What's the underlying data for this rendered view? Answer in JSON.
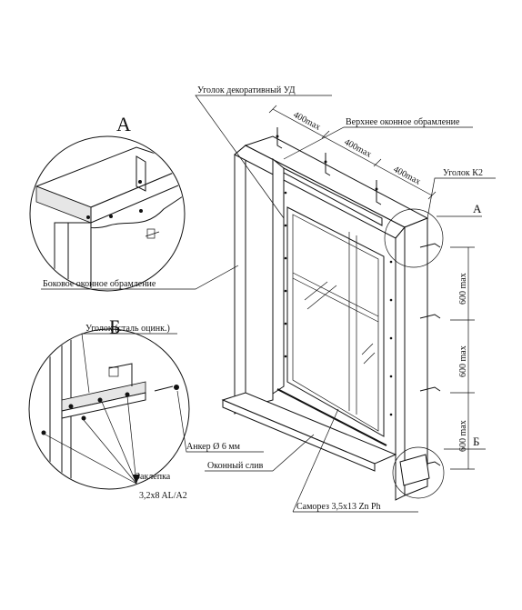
{
  "callouts": {
    "detail_a_title": "А",
    "detail_b_title": "Б",
    "marker_a": "А",
    "marker_b": "Б"
  },
  "labels": {
    "corner_decorative": "Уголок декоративный УД",
    "top_frame": "Верхнее оконное обрамление",
    "corner_k2": "Уголок К2",
    "side_frame": "Боковое оконное обрамление",
    "corner_steel": "Уголок (сталь оцинк.)",
    "anchor": "Анкер Ø 6 мм",
    "window_sill": "Оконный слив",
    "rivet_line1": "Заклепка",
    "rivet_line2": "3,2x8 AL/A2",
    "screw": "Саморез  3,5x13 Zn Ph"
  },
  "dimensions": {
    "top_1": "400max",
    "top_2": "400max",
    "top_3": "400max",
    "side_1": "600 max",
    "side_2": "600 max",
    "side_3": "600 max"
  }
}
